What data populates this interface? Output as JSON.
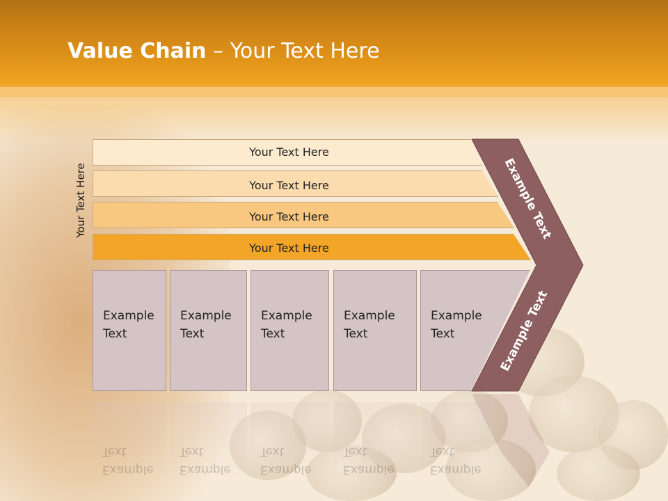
{
  "slide": {
    "title_bold": "Value Chain",
    "title_rest": " – Your Text Here",
    "side_label": "Your Text Here"
  },
  "bands": [
    "Your Text Here",
    "Your Text Here",
    "Your Text Here",
    "Your Text Here"
  ],
  "boxes": [
    {
      "line1": "Example",
      "line2": "Text"
    },
    {
      "line1": "Example",
      "line2": "Text"
    },
    {
      "line1": "Example",
      "line2": "Text"
    },
    {
      "line1": "Example",
      "line2": "Text"
    },
    {
      "line1": "Example",
      "line2": "Text"
    }
  ],
  "chevron": {
    "upper_label": "Example Text",
    "lower_label": "Example Text"
  },
  "colors": {
    "header": "#d78a17",
    "band1": "#fdebd0",
    "band2": "#fbdcae",
    "band3": "#f9c880",
    "band4": "#f2a526",
    "box_fill": "#d5c4c6",
    "chevron": "#8e5f60"
  }
}
